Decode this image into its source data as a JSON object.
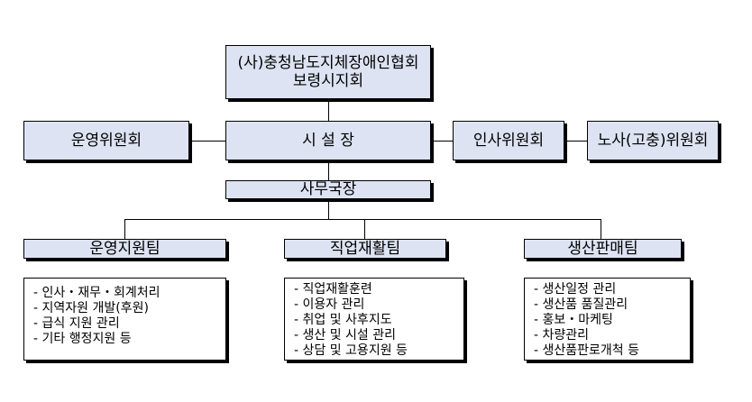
{
  "top": {
    "line1": "(사)충청남도지체장애인협회",
    "line2": "보령시지회"
  },
  "center": "시 설 장",
  "left_committee": "운영위원회",
  "right_committee1": "인사위원회",
  "right_committee2": "노사(고충)위원회",
  "director": "사무국장",
  "teams": [
    {
      "name": "운영지원팀",
      "duties": [
        "인사・재무・회계처리",
        "지역자원 개발(후원)",
        "급식 지원 관리",
        "기타 행정지원 등"
      ]
    },
    {
      "name": "직업재활팀",
      "duties": [
        "직업재활훈련",
        "이용자 관리",
        "취업 및 사후지도",
        "생산 및 시설 관리",
        "상담 및 고용지원 등"
      ]
    },
    {
      "name": "생산판매팀",
      "duties": [
        "생산일정 관리",
        "생산품 품질관리",
        "홍보・마케팅",
        "차량관리",
        "생산품판로개척 등"
      ]
    }
  ]
}
